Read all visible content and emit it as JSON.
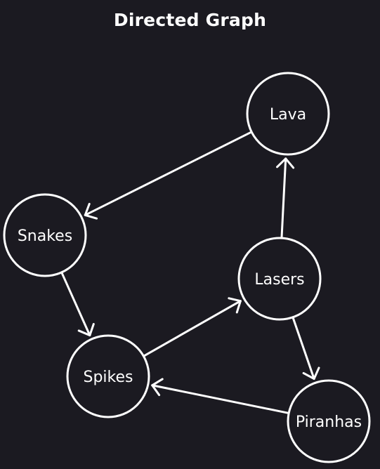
{
  "title": "Directed Graph",
  "colors": {
    "background": "#1b1a21",
    "stroke": "#ffffff",
    "text": "#ffffff"
  },
  "nodes": [
    {
      "id": "lava",
      "label": "Lava"
    },
    {
      "id": "snakes",
      "label": "Snakes"
    },
    {
      "id": "lasers",
      "label": "Lasers"
    },
    {
      "id": "spikes",
      "label": "Spikes"
    },
    {
      "id": "piranhas",
      "label": "Piranhas"
    }
  ],
  "edges": [
    {
      "from": "lava",
      "to": "snakes"
    },
    {
      "from": "snakes",
      "to": "spikes"
    },
    {
      "from": "spikes",
      "to": "lasers"
    },
    {
      "from": "lasers",
      "to": "lava"
    },
    {
      "from": "lasers",
      "to": "piranhas"
    },
    {
      "from": "piranhas",
      "to": "spikes"
    }
  ]
}
